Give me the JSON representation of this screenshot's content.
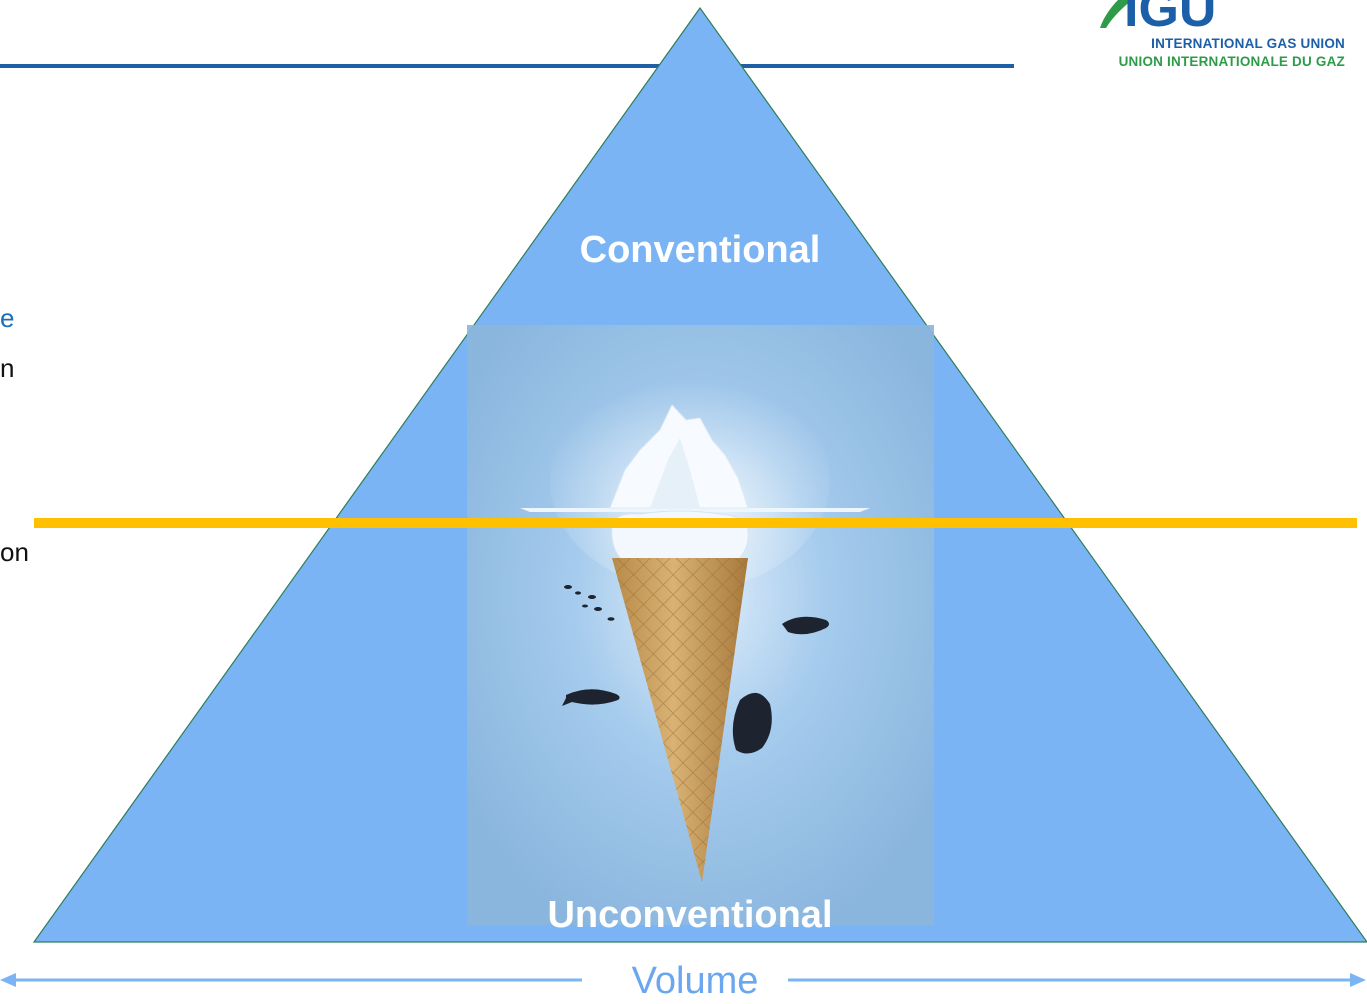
{
  "colors": {
    "pyramid_fill": "#7ab4f5",
    "pyramid_stroke": "#2e7d5b",
    "divider_line": "#ffc000",
    "header_rule": "#1f5fa6",
    "arrow": "#7ab4f5",
    "volume_text": "#6aa7ee",
    "label_text": "#ffffff",
    "logo_blue": "#1b5fa8",
    "logo_green": "#2e9b48",
    "left_blue_text": "#1f6ebe",
    "left_black_text": "#111111"
  },
  "logo": {
    "letters": "IGU",
    "line1": "INTERNATIONAL GAS UNION",
    "line2": "UNION INTERNATIONALE DU GAZ"
  },
  "left_text": {
    "line1": "e",
    "line2": "n",
    "line3": "on"
  },
  "diagram": {
    "top_label": "Conventional",
    "bottom_label": "Unconventional",
    "axis_label": "Volume"
  }
}
